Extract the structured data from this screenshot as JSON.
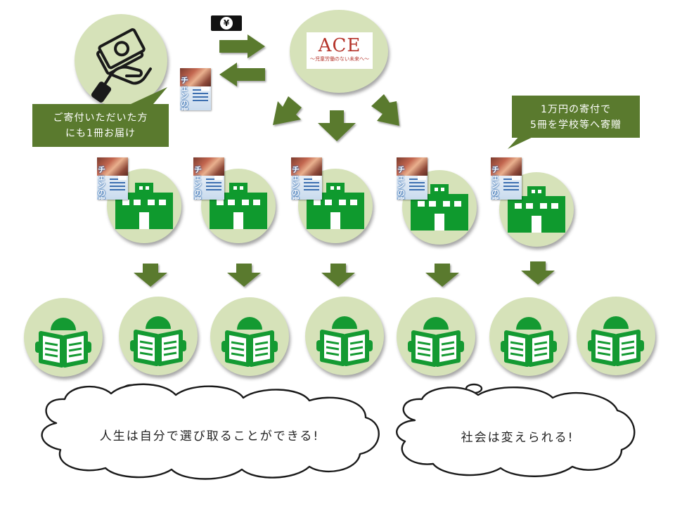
{
  "diagram": {
    "money_icon_symbol": "¥",
    "org_logo": {
      "title": "ACE",
      "tagline": "〜児童労働のない未来へ〜"
    },
    "callout_donor": {
      "line1": "ご寄付いただいた方",
      "line2": "にも1冊お届け"
    },
    "callout_school": {
      "line1": "1万円の寄付で",
      "line2": "5冊を学校等へ寄贈"
    },
    "book_title_chars": [
      "チ",
      "ェ",
      "ン",
      "ジ",
      "の",
      "扉"
    ],
    "thought_left": "人生は自分で選び取ることができる!",
    "thought_right": "社会は変えられる!",
    "colors": {
      "arrow": "#5a7a2e",
      "circle_fill": "#d6e2b9",
      "school_icon": "#0f9a2e",
      "reader_icon": "#149a32",
      "logo_red": "#b5332a"
    }
  }
}
